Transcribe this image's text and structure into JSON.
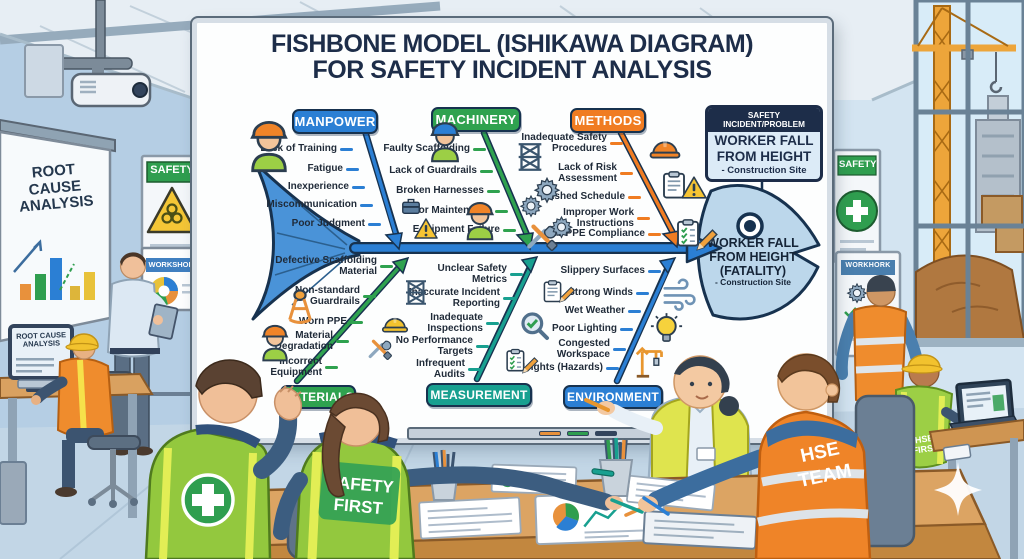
{
  "title": {
    "line1": "FISHBONE MODEL (ISHIKAWA DIAGRAM)",
    "line2": "FOR SAFETY INCIDENT ANALYSIS"
  },
  "incident_box": {
    "header": "SAFETY INCIDENT/PROBLEM",
    "line1": "WORKER FALL",
    "line2": "FROM HEIGHT",
    "line3": "- Construction Site"
  },
  "fish_head": {
    "line1": "WORKER FALL",
    "line2": "FROM HEIGHT",
    "line3": "(FATALITY)",
    "line4": "- Construction Site"
  },
  "categories": [
    {
      "name": "MANPOWER",
      "color": "#2b7fd4",
      "causes": [
        "Lack of Training",
        "Fatigue",
        "Inexperience",
        "Miscommunication",
        "Poor Judgment"
      ]
    },
    {
      "name": "MACHINERY",
      "color": "#2fa24f",
      "causes": [
        "Faulty Scaffolding",
        "Lack of Guardrails",
        "Broken Harnesses",
        "Poor Maintenance",
        "Equipment Failure"
      ]
    },
    {
      "name": "METHODS",
      "color": "#f07c22",
      "causes": [
        "Inadequate Safety Procedures",
        "Lack of Risk Assessment",
        "Rushed Schedule",
        "Improper Work Instructions",
        "No PPE Compliance"
      ]
    },
    {
      "name": "MATERIALS",
      "color": "#2fa24f",
      "causes": [
        "Defective Scaffolding Material",
        "Non-standard Guardrails",
        "Worn PPE",
        "Material Degradation",
        "Incorrect Equipment"
      ]
    },
    {
      "name": "MEASUREMENT",
      "color": "#18a090",
      "causes": [
        "Unclear Safety Metrics",
        "Inaccurate Incident Reporting",
        "Inadequate Inspections",
        "No Performance Targets",
        "Infrequent Audits"
      ]
    },
    {
      "name": "ENVIRONMENT",
      "color": "#2b7fd4",
      "causes": [
        "Slippery Surfaces",
        "Strong Winds",
        "Wet Weather",
        "Poor Lighting",
        "Congested Workspace",
        "Heights (Hazards)"
      ]
    }
  ],
  "room": {
    "projection_screen": {
      "line1": "ROOT CAUSE",
      "line2": "ANALYSIS"
    },
    "monitor": {
      "line1": "ROOT CAUSE",
      "line2": "ANALYSIS"
    },
    "left_safety_poster": "SAFETY",
    "flipchart": "WORKSHOP",
    "right_safety_poster": "SAFETY",
    "right_poster": "WORKHORK"
  },
  "vests": {
    "safety_first": {
      "line1": "SAFETY",
      "line2": "FIRST"
    },
    "hse_team": {
      "line1": "HSE",
      "line2": "TEAM"
    },
    "hse_first": {
      "line1": "HSE",
      "line2": "FIRST"
    }
  },
  "icons": {
    "manpower": [
      "worker-icon",
      "briefcase-icon",
      "warning-triangle-icon"
    ],
    "machinery": [
      "scaffolding-icon",
      "gears-icon",
      "tools-icon",
      "gear-icon"
    ],
    "methods": [
      "hardhat-icon",
      "clipboard-warning-icon",
      "clipboard-pencil-icon"
    ],
    "materials": [
      "harness-icon",
      "worker-icon",
      "hardhat-icon",
      "tools-icon",
      "scaffolding-icon"
    ],
    "measurement": [
      "clipboard-pencil-icon",
      "magnifier-check-icon",
      "clipboard-checklist-icon"
    ],
    "environment": [
      "wind-icon",
      "lightbulb-icon",
      "crane-icon"
    ]
  },
  "colors": {
    "manpower": "#2b7fd4",
    "machinery": "#2fa24f",
    "methods": "#f07c22",
    "materials": "#2fa24f",
    "measurement": "#18a090",
    "environment": "#2b7fd4",
    "spine": "#2b7fd4",
    "vest_green": "#93c83e",
    "vest_orange": "#ef8428",
    "vest_yellow": "#dfe44e"
  }
}
